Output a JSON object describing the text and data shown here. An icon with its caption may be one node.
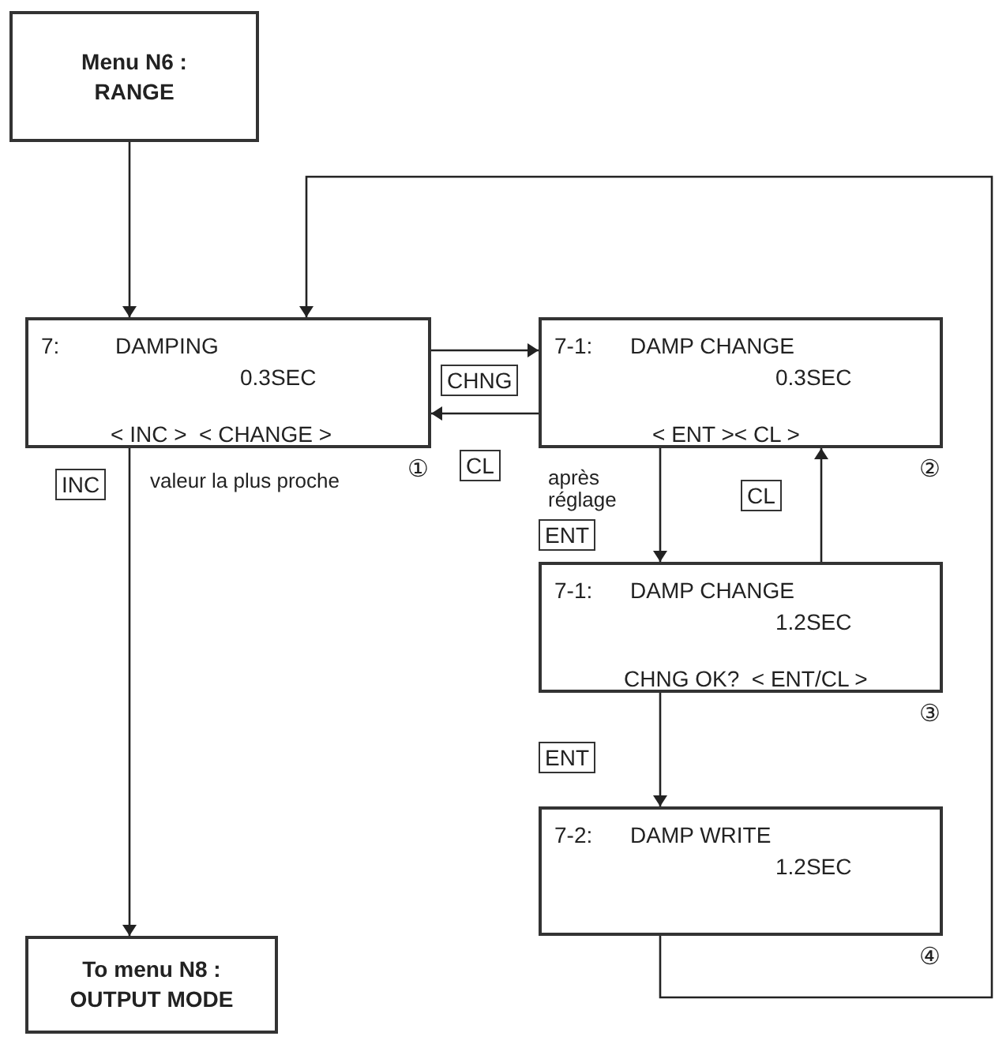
{
  "diagram": {
    "nodes": [
      {
        "text": [
          "Menu N6 : RANGE"
        ]
      },
      {
        "text": [
          "7:",
          "DAMPING",
          "0.3SEC",
          "< INC >  < CHANGE >"
        ],
        "beside": [
          "①"
        ]
      },
      {
        "text": [
          "7-1:",
          "DAMP CHANGE",
          "0.3SEC",
          "< ENT >< CL >"
        ],
        "beside": [
          "②"
        ]
      },
      {
        "text": [
          "7-1:",
          "DAMP CHANGE",
          "1.2SEC",
          "CHNG OK?  < ENT/CL >"
        ],
        "beside": [
          "③"
        ]
      },
      {
        "text": [
          "7-2:",
          "DAMP WRITE",
          "1.2SEC"
        ],
        "beside": [
          "④"
        ]
      },
      {
        "text": [
          "To menu N8 : OUTPUT MODE"
        ]
      }
    ],
    "edges": [
      {
        "from": 0,
        "to": 1,
        "arrow": "to"
      },
      {
        "from": 1,
        "to": 2,
        "arrow": "to",
        "label": "CHNG"
      },
      {
        "from": 2,
        "to": 1,
        "arrow": "to",
        "label": "CL"
      },
      {
        "from": 1,
        "to": 5,
        "arrow": "to",
        "label": "INC"
      },
      {
        "from": 2,
        "to": 3,
        "arrow": "to",
        "label": "ENT"
      },
      {
        "from": 3,
        "to": 2,
        "arrow": "to",
        "label": "CL"
      },
      {
        "from": 3,
        "to": 4,
        "arrow": "to",
        "label": "ENT"
      },
      {
        "from": 4,
        "to": 1,
        "arrow": "to"
      }
    ],
    "labels": [
      "valeur la plus proche",
      "après réglage"
    ]
  }
}
